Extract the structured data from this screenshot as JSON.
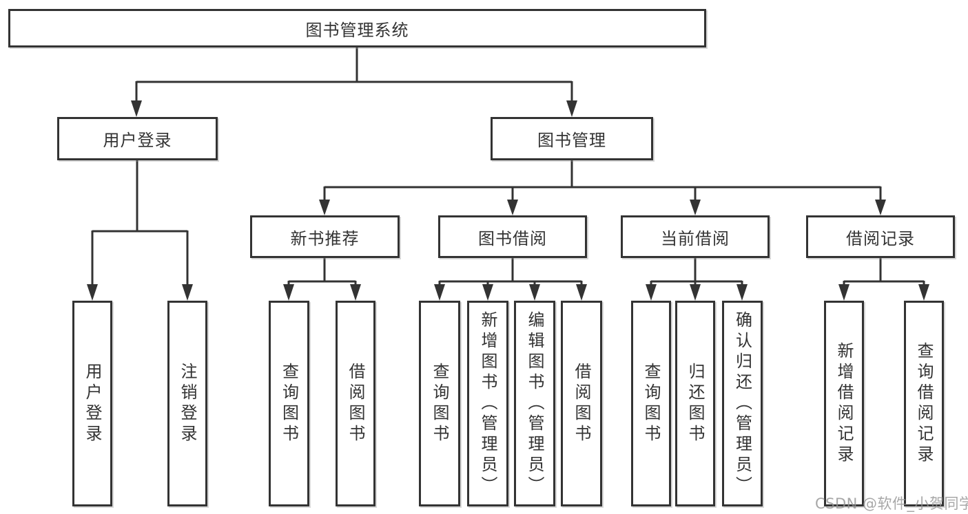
{
  "tree": {
    "root": {
      "label": "图书管理系统"
    },
    "branches": [
      {
        "label": "用户登录",
        "leaves": [
          {
            "label": "用户登录"
          },
          {
            "label": "注销登录"
          }
        ]
      },
      {
        "label": "图书管理",
        "groups": [
          {
            "label": "新书推荐",
            "leaves": [
              {
                "label": "查询图书"
              },
              {
                "label": "借阅图书"
              }
            ]
          },
          {
            "label": "图书借阅",
            "leaves": [
              {
                "label": "查询图书"
              },
              {
                "label": "新增图书（管理员）"
              },
              {
                "label": "编辑图书（管理员）"
              },
              {
                "label": "借阅图书"
              }
            ]
          },
          {
            "label": "当前借阅",
            "leaves": [
              {
                "label": "查询图书"
              },
              {
                "label": "归还图书"
              },
              {
                "label": "确认归还（管理员）"
              }
            ]
          },
          {
            "label": "借阅记录",
            "leaves": [
              {
                "label": "新增借阅记录"
              },
              {
                "label": "查询借阅记录"
              }
            ]
          }
        ]
      }
    ]
  },
  "watermark": {
    "text": "CSDN @软件_小贺同学"
  },
  "colors": {
    "line": "#333333",
    "text": "#333333",
    "box_background": "#ffffff",
    "watermark": "#949494",
    "background": "#ffffff"
  }
}
